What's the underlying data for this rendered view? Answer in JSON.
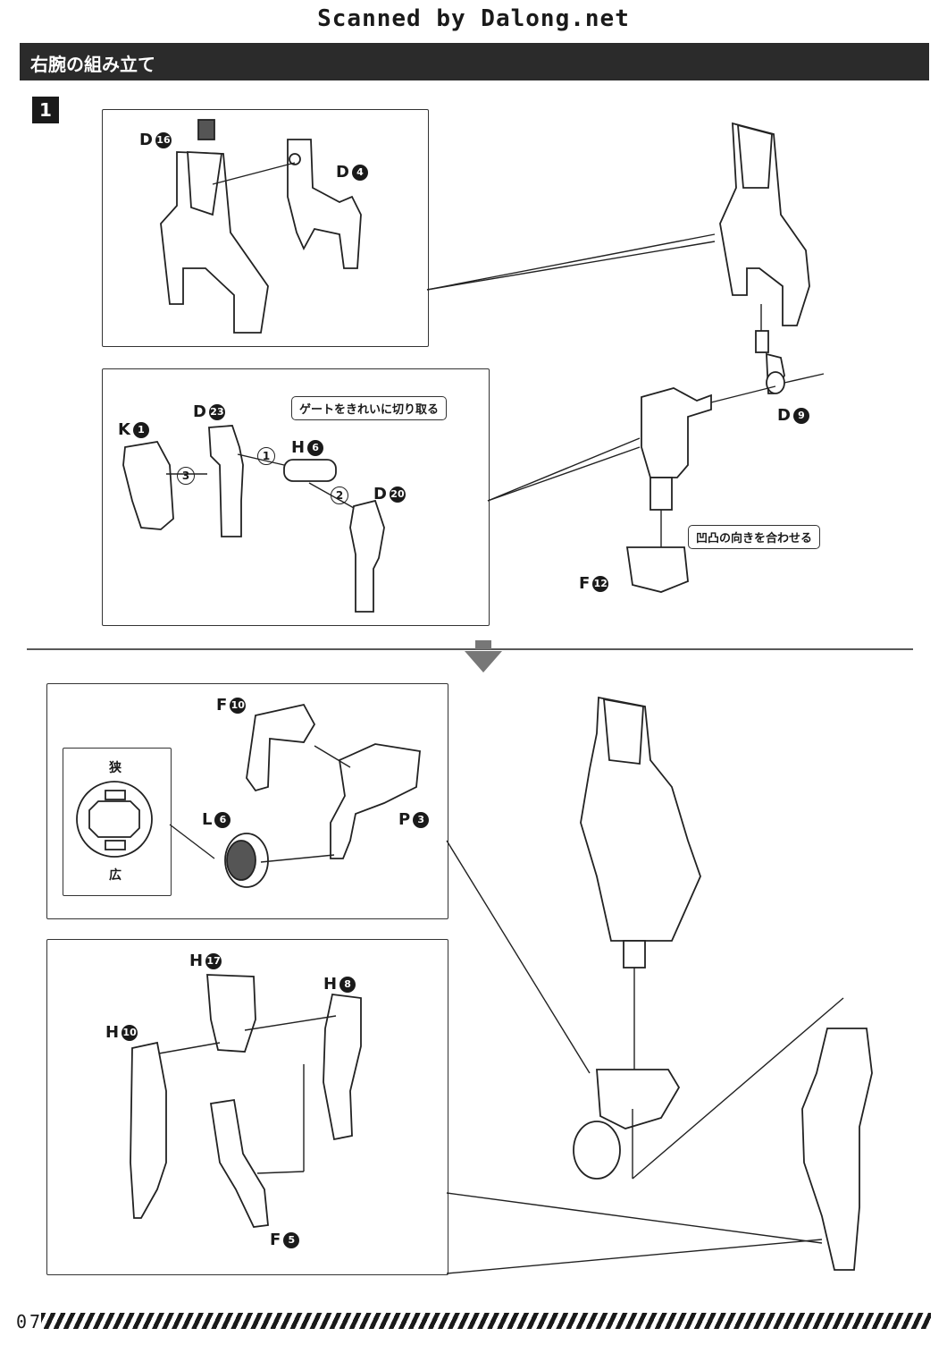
{
  "header": {
    "scan_credit": "Scanned by Dalong.net"
  },
  "section": {
    "title": "右腕の組み立て"
  },
  "step": {
    "number": "1"
  },
  "callouts": {
    "gate": "ゲートをきれいに切り取る",
    "align": "凹凸の向きを合わせる"
  },
  "labels": {
    "d16": {
      "letter": "D",
      "num": "16"
    },
    "d4": {
      "letter": "D",
      "num": "4"
    },
    "k1": {
      "letter": "K",
      "num": "1"
    },
    "d23": {
      "letter": "D",
      "num": "23"
    },
    "h6": {
      "letter": "H",
      "num": "6"
    },
    "d20": {
      "letter": "D",
      "num": "20"
    },
    "d9": {
      "letter": "D",
      "num": "9"
    },
    "f12": {
      "letter": "F",
      "num": "12"
    },
    "f10": {
      "letter": "F",
      "num": "10"
    },
    "p3": {
      "letter": "P",
      "num": "3"
    },
    "l6": {
      "letter": "L",
      "num": "6"
    },
    "h17": {
      "letter": "H",
      "num": "17"
    },
    "h8": {
      "letter": "H",
      "num": "8"
    },
    "h10": {
      "letter": "H",
      "num": "10"
    },
    "f5": {
      "letter": "F",
      "num": "5"
    }
  },
  "detail": {
    "narrow": "狭",
    "wide": "広"
  },
  "order_marks": [
    "1",
    "2",
    "3"
  ],
  "footer": {
    "page_number": "07"
  },
  "colors": {
    "title_bar": "#2b2b2b",
    "ink": "#1a1a1a"
  }
}
